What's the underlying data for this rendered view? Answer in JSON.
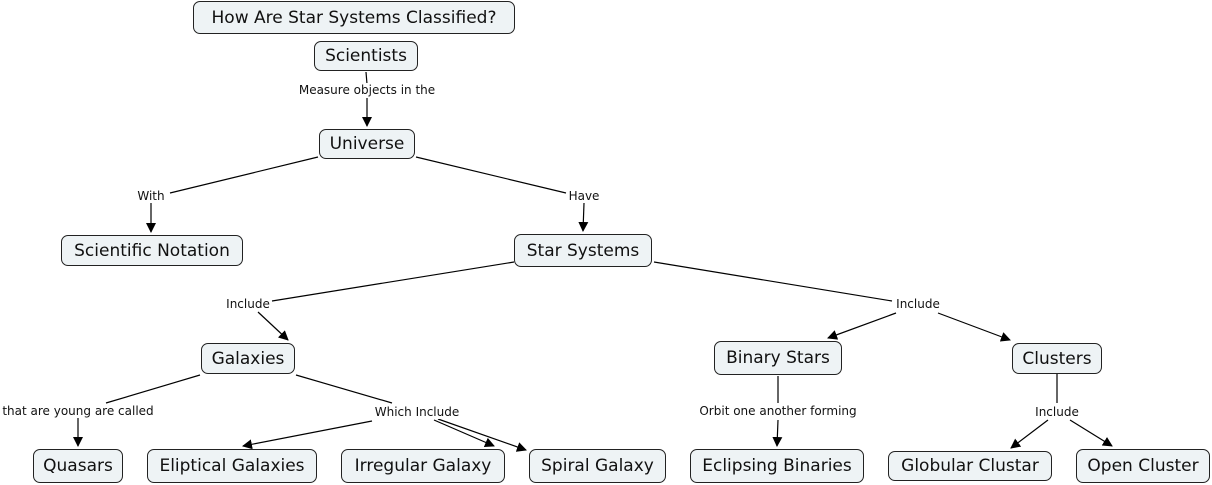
{
  "diagram": {
    "title": "How Are Star Systems Classified?",
    "nodes": {
      "title": "How Are Star Systems Classified?",
      "scientists": "Scientists",
      "universe": "Universe",
      "scientific_notation": "Scientific Notation",
      "star_systems": "Star Systems",
      "galaxies": "Galaxies",
      "binary_stars": "Binary Stars",
      "clusters": "Clusters",
      "quasars": "Quasars",
      "eliptical_galaxies": "Eliptical Galaxies",
      "irregular_galaxy": "Irregular Galaxy",
      "spiral_galaxy": "Spiral Galaxy",
      "eclipsing_binaries": "Eclipsing Binaries",
      "globular_clustar": "Globular Clustar",
      "open_cluster": "Open Cluster"
    },
    "link_labels": {
      "measure": "Measure objects in the",
      "with": "With",
      "have": "Have",
      "include_galaxies": "Include",
      "include_right": "Include",
      "young": "that are young are called",
      "which_include": "Which Include",
      "orbit": "Orbit one another forming",
      "include_clusters": "Include"
    },
    "colors": {
      "node_fill": "#eef3f5",
      "node_border": "#222222",
      "line": "#000000"
    }
  }
}
